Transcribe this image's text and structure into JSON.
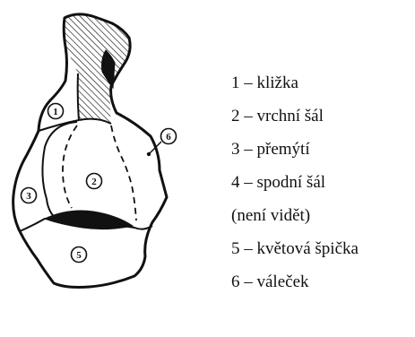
{
  "figure": {
    "part_numbers": [
      "1",
      "2",
      "3",
      "5",
      "6"
    ]
  },
  "legend": {
    "items": [
      "1 – kližka",
      "2 – vrchní šál",
      "3 – přemýtí",
      "4 – spodní šál",
      "(není vidět)",
      "5 – květová špička",
      "6 – váleček"
    ]
  }
}
